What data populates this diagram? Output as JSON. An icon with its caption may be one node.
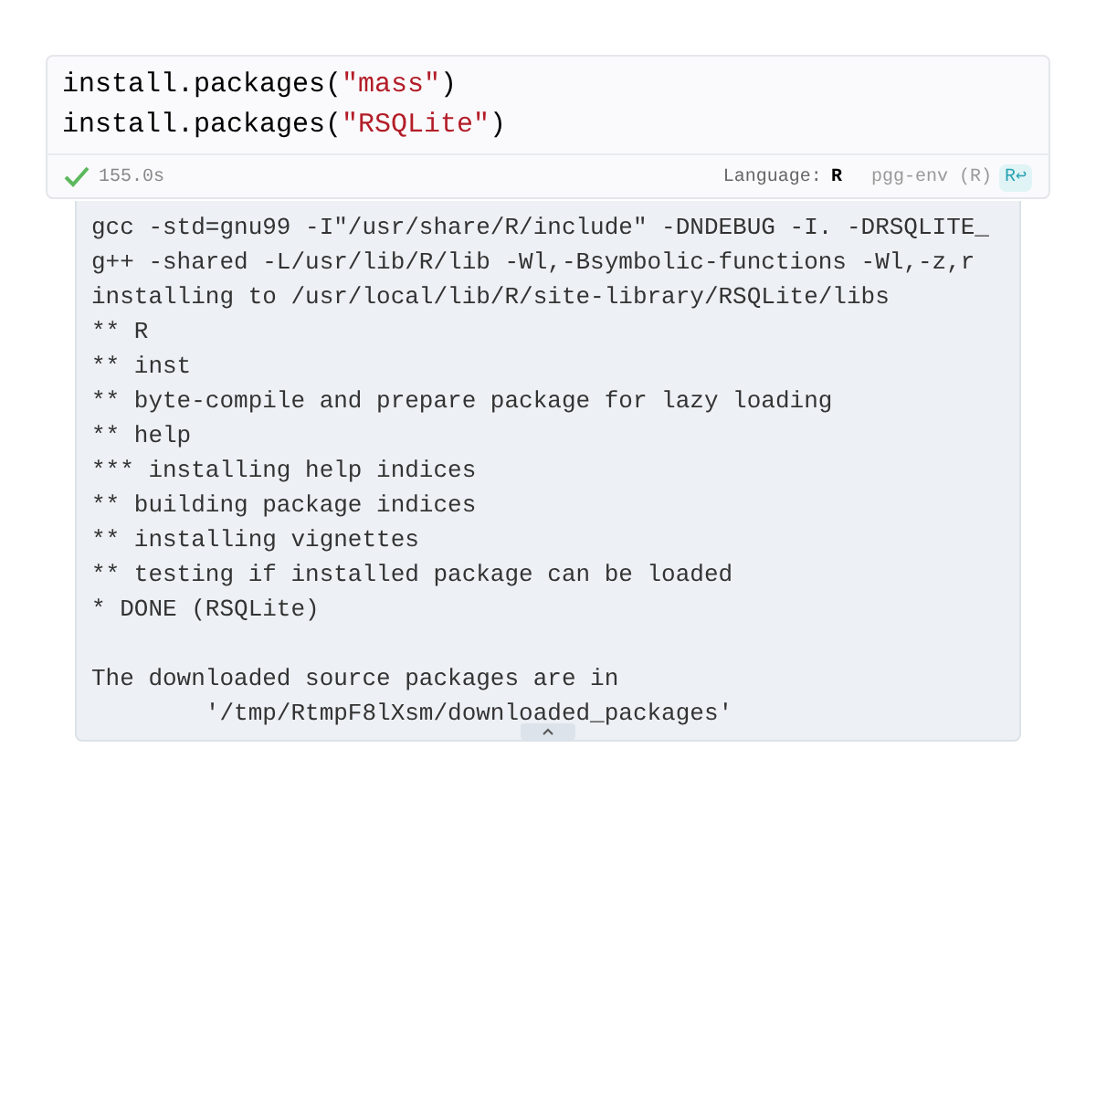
{
  "diagram": {
    "nodes": [
      {
        "text": [
          "install.packages(\"mass\")",
          "install.packages(\"RSQLite\")"
        ]
      },
      {
        "text": [
          "gcc -std=gnu99 -I\"/usr/share/R/include\" -DNDEBUG -I. -DRSQLITE_",
          "g++ -shared -L/usr/lib/R/lib -Wl,-Bsymbolic-functions -Wl,-z,r",
          "installing to /usr/local/lib/R/site-library/RSQLite/libs",
          "** R",
          "** inst",
          "** byte-compile and prepare package for lazy loading",
          "** help",
          "*** installing help indices",
          "** building package indices",
          "** installing vignettes",
          "** testing if installed package can be loaded",
          "* DONE (RSQLite)"
        ]
      },
      {
        "text": [
          "The downloaded source packages are in",
          "        '/tmp/RtmpF8lXsm/downloaded_packages'"
        ],
        "in": 1
      }
    ],
    "labels": [
      "155.0s",
      "Language:",
      "R",
      "pgg-env (R)",
      "R↩"
    ]
  }
}
